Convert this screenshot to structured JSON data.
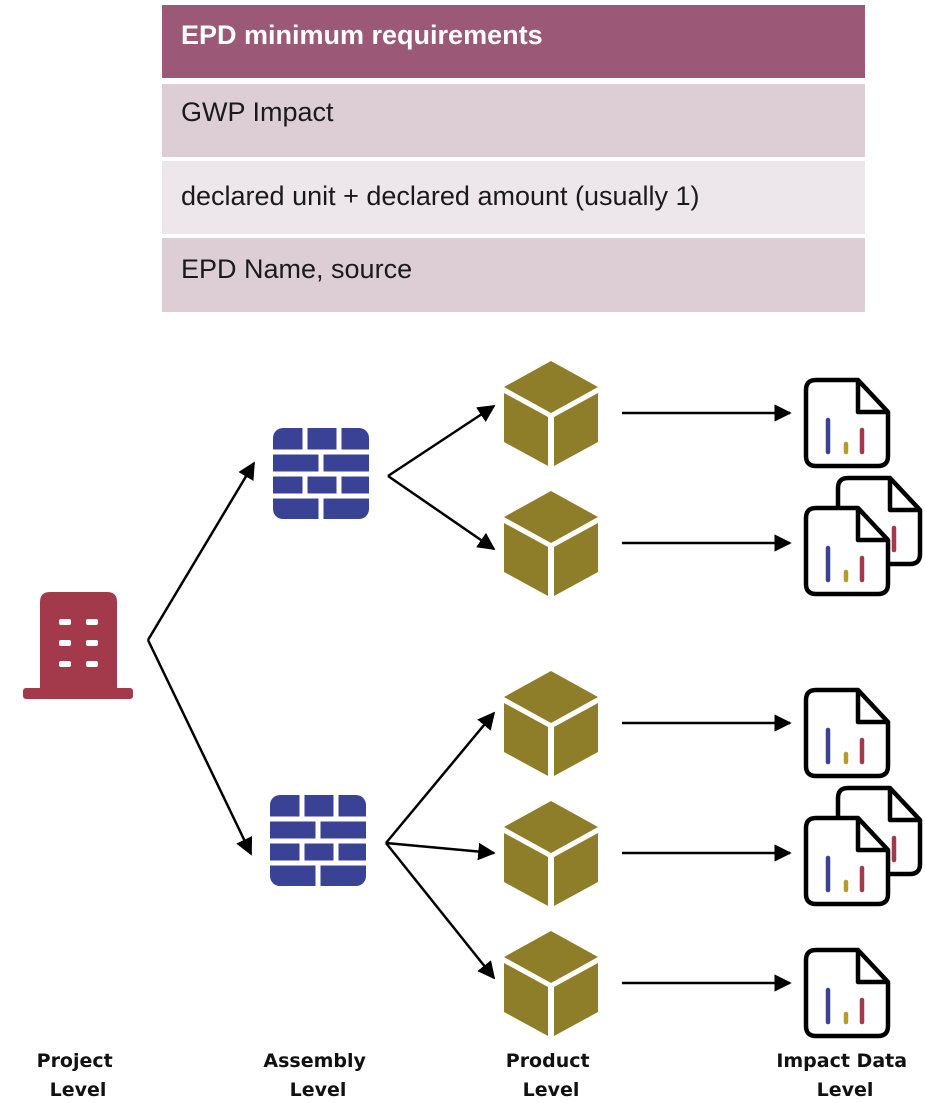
{
  "requirements": {
    "header": "EPD minimum requirements",
    "rows": [
      "GWP Impact",
      "declared unit + declared amount (usually 1)",
      "EPD Name, source"
    ]
  },
  "levels": {
    "project": [
      "Project",
      "Level"
    ],
    "assembly": [
      "Assembly",
      "Level"
    ],
    "product": [
      "Product",
      "Level"
    ],
    "impact": [
      "Impact Data",
      "Level"
    ]
  },
  "colors": {
    "header_bg": "#9b5877",
    "row_dark": "#ddcdd5",
    "row_light": "#ede6ea",
    "building": "#a33a4c",
    "brick": "#3a4296",
    "cube": "#8e7e2a",
    "chart_blue": "#3a4296",
    "chart_gold": "#b59a2e",
    "chart_red": "#a33a4c"
  },
  "icons": {
    "project": "building-icon",
    "assembly": "brick-wall-icon",
    "product": "cube-icon",
    "impact": "document-chart-icon"
  }
}
